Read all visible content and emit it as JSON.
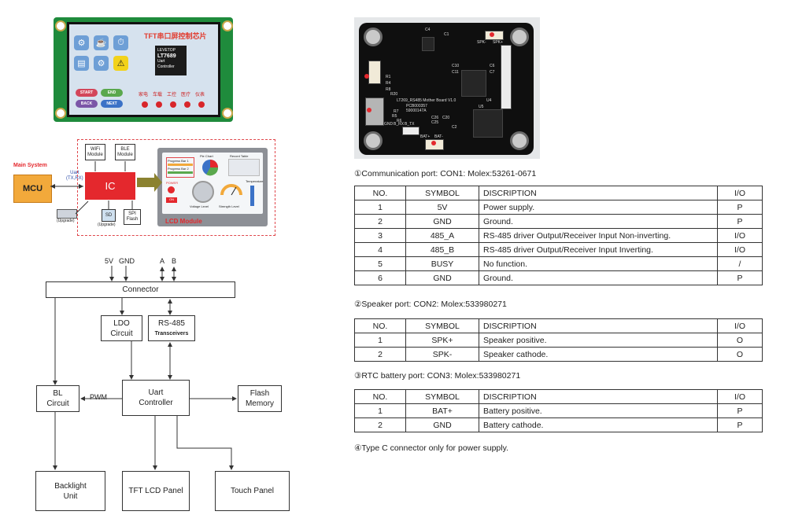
{
  "lcd_photo": {
    "title": "TFT串口屏控制芯片",
    "chip_lines": [
      "LEVETOP",
      "LT7689",
      "Uart",
      "Controller"
    ],
    "buttons": [
      "START",
      "END",
      "BACK",
      "NEXT"
    ],
    "categories": [
      "家电",
      "车载",
      "工控",
      "医疗",
      "仪表"
    ]
  },
  "system_diagram": {
    "main_system": "Main System",
    "mcu": "MCU",
    "uart": "Uart",
    "uart_sub": "(TX,RX)",
    "ic": "IC",
    "wifi": [
      "WiFi",
      "Module"
    ],
    "ble": [
      "BLE",
      "Module"
    ],
    "sd": "SD",
    "sd_sub": "(Upgrade)",
    "spi": [
      "SPI",
      "Flash"
    ],
    "usb_sub": "(Upgrade)",
    "lcd_module": "LCD Module",
    "panel_labels": {
      "progress1": "Progress Bar 1",
      "progress2": "Progress Bar 2",
      "pie": "Pie Chart",
      "record": "Record Table",
      "power": "POWER",
      "on": "ON",
      "voltage": "Voltage Level",
      "strength": "Strength Level",
      "temperature": "Temperature"
    }
  },
  "block_diagram": {
    "pins_left": [
      "5V",
      "GND"
    ],
    "pins_right": [
      "A",
      "B"
    ],
    "connector": "Connector",
    "ldo": [
      "LDO",
      "Circuit"
    ],
    "rs485": [
      "RS-485",
      "Transceivers"
    ],
    "bl": [
      "BL",
      "Circuit"
    ],
    "pwm": "PWM",
    "uart": [
      "Uart",
      "Controller"
    ],
    "flash": [
      "Flash",
      "Memory"
    ],
    "backlight": [
      "Backlight",
      "Unit"
    ],
    "tft": "TFT  LCD Panel",
    "touch": "Touch  Panel"
  },
  "board_photo": {
    "silk": [
      "LT269_RS485 Mother Board V1.0",
      "PCB000357",
      "59000147A",
      "GND",
      "B_RX",
      "B_TX",
      "BAT+",
      "BAT-",
      "SPK-",
      "SPK+",
      "U4",
      "U5",
      "C4",
      "C1",
      "C6",
      "C7",
      "C10",
      "C11",
      "C20",
      "C26",
      "C25",
      "C2",
      "R1",
      "R4",
      "R5",
      "R6",
      "R7",
      "R8",
      "R20"
    ]
  },
  "tables": [
    {
      "caption": "①Communication port: CON1: Molex:53261-0671",
      "headers": [
        "NO.",
        "SYMBOL",
        "DISCRIPTION",
        "I/O"
      ],
      "rows": [
        [
          "1",
          "5V",
          "Power supply.",
          "P"
        ],
        [
          "2",
          "GND",
          "Ground.",
          "P"
        ],
        [
          "3",
          "485_A",
          "RS-485 driver Output/Receiver Input Non-inverting.",
          "I/O"
        ],
        [
          "4",
          "485_B",
          "RS-485 driver Output/Receiver Input Inverting.",
          "I/O"
        ],
        [
          "5",
          "BUSY",
          "No function.",
          "/"
        ],
        [
          "6",
          "GND",
          "Ground.",
          "P"
        ]
      ]
    },
    {
      "caption": "②Speaker port: CON2: Molex:533980271",
      "headers": [
        "NO.",
        "SYMBOL",
        "DISCRIPTION",
        "I/O"
      ],
      "rows": [
        [
          "1",
          "SPK+",
          "Speaker positive.",
          "O"
        ],
        [
          "2",
          "SPK-",
          "Speaker cathode.",
          "O"
        ]
      ]
    },
    {
      "caption": "③RTC battery port: CON3: Molex:533980271",
      "headers": [
        "NO.",
        "SYMBOL",
        "DISCRIPTION",
        "I/O"
      ],
      "rows": [
        [
          "1",
          "BAT+",
          "Battery positive.",
          "P"
        ],
        [
          "2",
          "GND",
          "Battery cathode.",
          "P"
        ]
      ]
    }
  ],
  "note": "④Type C connector only for power supply.",
  "colors": {
    "pcb_green": "#1f8b3c",
    "ic_red": "#e4282d",
    "mcu_orange": "#f2a93b",
    "frame_red": "#e0474c"
  }
}
